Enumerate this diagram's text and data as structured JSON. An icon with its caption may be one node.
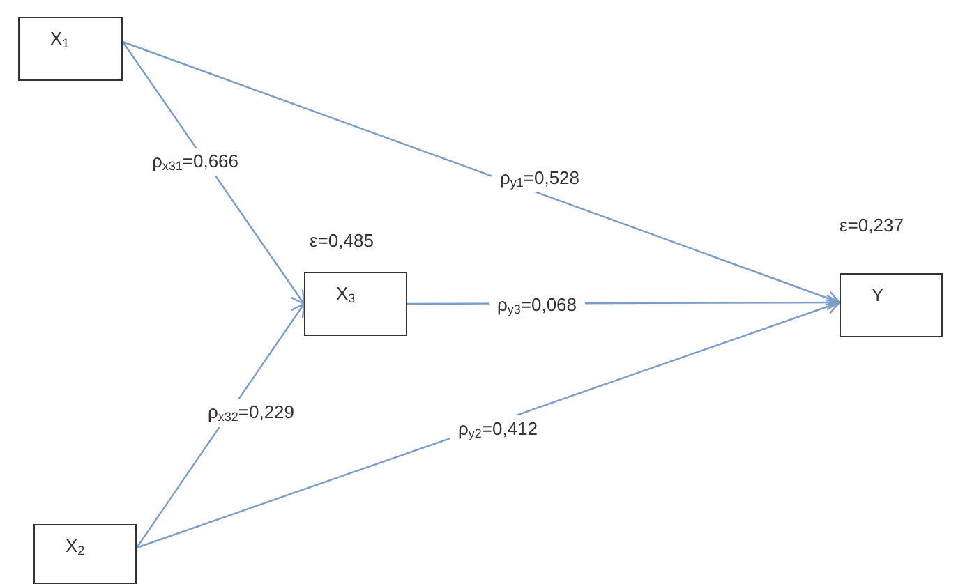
{
  "diagram": {
    "nodes": [
      {
        "text": [
          "X$_{1}$"
        ]
      },
      {
        "text": [
          "X$_{3}$"
        ],
        "beside": [
          "ε=0,485"
        ]
      },
      {
        "text": [
          "Y"
        ],
        "beside": [
          "ε=0,237"
        ]
      },
      {
        "text": [
          "X$_{2}$"
        ]
      }
    ],
    "edges": [
      {
        "from": 0,
        "to": 1,
        "arrow": "to",
        "label": "ρ$_{x31}$=0,666"
      },
      {
        "from": 0,
        "to": 2,
        "arrow": "to",
        "label": "ρ$_{y1}$=0,528"
      },
      {
        "from": 1,
        "to": 2,
        "arrow": "to",
        "label": "ρ$_{y3}$=0,068"
      },
      {
        "from": 3,
        "to": 1,
        "arrow": "to",
        "label": "ρ$_{x32}$=0,229"
      },
      {
        "from": 3,
        "to": 2,
        "arrow": "to",
        "label": "ρ$_{y2}$=0,412"
      }
    ]
  }
}
